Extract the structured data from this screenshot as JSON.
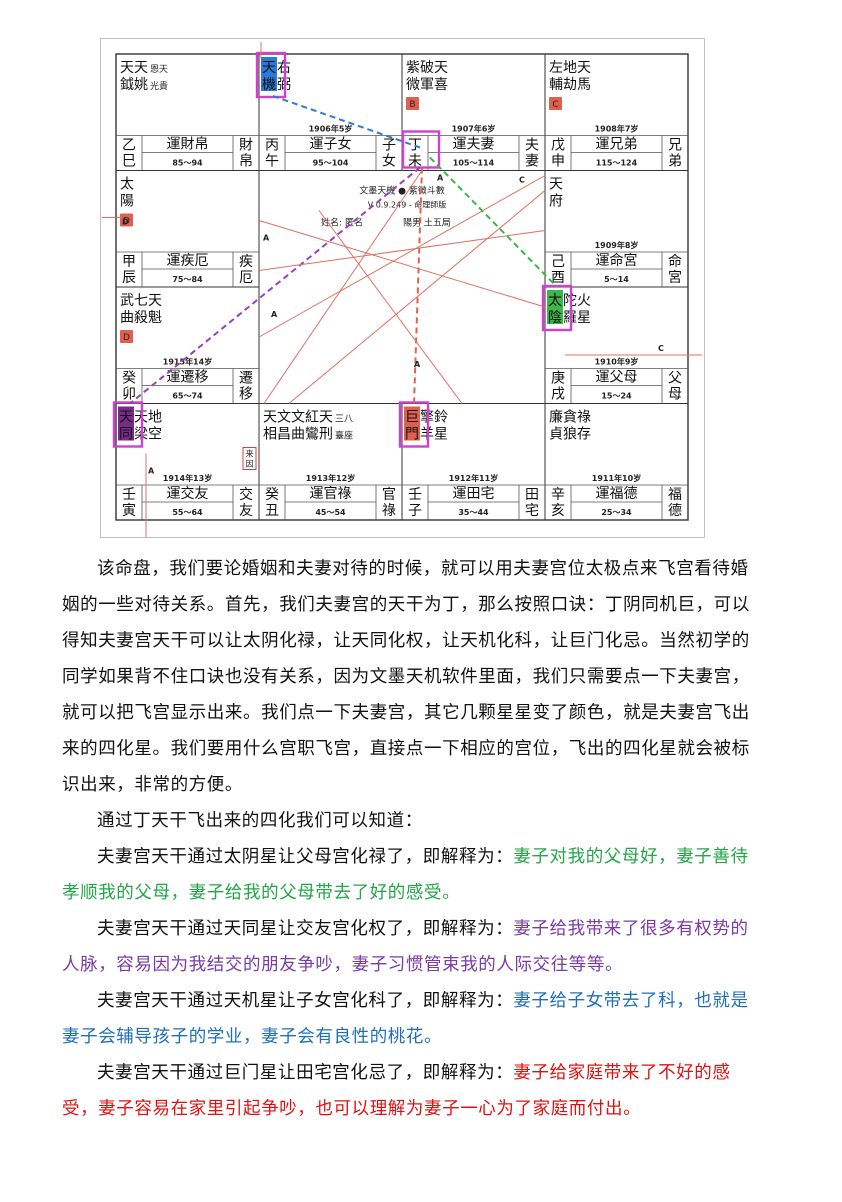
{
  "chart": {
    "center": {
      "software": "文墨天機 ● 紫微斗數",
      "version": "V 0.9.249 - 命理師版",
      "name": "姓名: 匿名",
      "gender": "陽男  土五局"
    },
    "palaces": {
      "si": {
        "stars_top": "天天",
        "stars_bot": "鉞姚",
        "minor_top": "恩天",
        "minor_bot": "光貴",
        "badge": "",
        "age": "",
        "gz_top": "乙",
        "gz_bot": "巳",
        "yun": "運財帛",
        "range": "85～94",
        "gong_top": "財",
        "gong_bot": "帛"
      },
      "wu": {
        "stars_top": "天右",
        "stars_bot": "機弼",
        "minor_top": "",
        "minor_bot": "",
        "badge": "",
        "age": "1906年5岁",
        "gz_top": "丙",
        "gz_bot": "午",
        "yun": "運子女",
        "range": "95～104",
        "gong_top": "子",
        "gong_bot": "女"
      },
      "wei": {
        "stars_top": "紫破天",
        "stars_bot": "微軍喜",
        "minor_top": "",
        "minor_bot": "",
        "badge": "B",
        "age": "1907年6岁",
        "gz_top": "丁",
        "gz_bot": "未",
        "yun": "運夫妻",
        "range": "105～114",
        "gong_top": "夫",
        "gong_bot": "妻"
      },
      "shen": {
        "stars_top": "左地天",
        "stars_bot": "輔劫馬",
        "minor_top": "",
        "minor_bot": "",
        "badge": "C",
        "age": "1908年7岁",
        "gz_top": "戊",
        "gz_bot": "申",
        "yun": "運兄弟",
        "range": "115～124",
        "gong_top": "兄",
        "gong_bot": "弟"
      },
      "chen": {
        "stars_top": "太",
        "stars_bot": "陽",
        "minor_top": "",
        "minor_bot": "",
        "badge": "D",
        "age": "",
        "gz_top": "甲",
        "gz_bot": "辰",
        "yun": "運疾厄",
        "range": "75～84",
        "gong_top": "疾",
        "gong_bot": "厄"
      },
      "you": {
        "stars_top": "天",
        "stars_bot": "府",
        "minor_top": "",
        "minor_bot": "",
        "badge": "",
        "age": "1909年8岁",
        "gz_top": "己",
        "gz_bot": "酉",
        "yun": "運命宮",
        "range": "5～14",
        "gong_top": "命",
        "gong_bot": "宮"
      },
      "mao": {
        "stars_top": "武七天",
        "stars_bot": "曲殺魁",
        "minor_top": "",
        "minor_bot": "",
        "badge": "D",
        "age": "1915年14岁",
        "gz_top": "癸",
        "gz_bot": "卯",
        "yun": "運遷移",
        "range": "65～74",
        "gong_top": "遷",
        "gong_bot": "移"
      },
      "xu": {
        "stars_top": "太陀火",
        "stars_bot": "陰羅星",
        "minor_top": "",
        "minor_bot": "",
        "badge": "",
        "age": "1910年9岁",
        "gz_top": "庚",
        "gz_bot": "戌",
        "yun": "運父母",
        "range": "15～24",
        "gong_top": "父",
        "gong_bot": "母"
      },
      "yin": {
        "stars_top": "天天地",
        "stars_bot": "同梁空",
        "minor_top": "",
        "minor_bot": "",
        "badge": "来因",
        "age": "1914年13岁",
        "gz_top": "壬",
        "gz_bot": "寅",
        "yun": "運交友",
        "range": "55～64",
        "gong_top": "交",
        "gong_bot": "友"
      },
      "chou": {
        "stars_top": "天文文紅天",
        "stars_bot": "相昌曲鸞刑",
        "minor_top": "三八",
        "minor_bot": "臺座",
        "badge": "",
        "age": "1913年12岁",
        "gz_top": "癸",
        "gz_bot": "丑",
        "yun": "運官祿",
        "range": "45～54",
        "gong_top": "官",
        "gong_bot": "祿"
      },
      "zi": {
        "stars_top": "巨擎鈴",
        "stars_bot": "門羊星",
        "minor_top": "",
        "minor_bot": "",
        "badge": "",
        "age": "1912年11岁",
        "gz_top": "壬",
        "gz_bot": "子",
        "yun": "運田宅",
        "range": "35～44",
        "gong_top": "田",
        "gong_bot": "宅"
      },
      "hai": {
        "stars_top": "廉貪祿",
        "stars_bot": "貞狼存",
        "minor_top": "",
        "minor_bot": "",
        "badge": "",
        "age": "1911年10岁",
        "gz_top": "辛",
        "gz_bot": "亥",
        "yun": "運福德",
        "range": "25～34",
        "gong_top": "福",
        "gong_bot": "德"
      }
    },
    "arrow_labels": {
      "a": "A",
      "c": "C",
      "d": "D"
    },
    "colors": {
      "lu": "#3cb64a",
      "quan": "#7a2a8a",
      "ke": "#2b7bd8",
      "ji": "#e06050",
      "line": "#e07060",
      "highlight": "#d040d0"
    }
  },
  "paragraphs": {
    "p1": "该命盘，我们要论婚姻和夫妻对待的时候，就可以用夫妻宫位太极点来飞宫看待婚姻的一些对待关系。首先，我们夫妻宫的天干为丁，那么按照口诀：丁阴同机巨，可以得知夫妻宫天干可以让太阴化禄，让天同化权，让天机化科，让巨门化忌。当然初学的同学如果背不住口诀也没有关系，因为文墨天机软件里面，我们只需要点一下夫妻宫，就可以把飞宫显示出来。我们点一下夫妻宫，其它几颗星星变了颜色，就是夫妻宫飞出来的四化星。我们要用什么宫职飞宫，直接点一下相应的宫位，飞出的四化星就会被标识出来，非常的方便。",
    "p2": "通过丁天干飞出来的四化我们可以知道：",
    "p3_lead": "夫妻宫天干通过太阴星让父母宫化禄了，即解释为：",
    "p3_note": "妻子对我的父母好，妻子善待孝顺我的父母，妻子给我的父母带去了好的感受。",
    "p4_lead": "夫妻宫天干通过天同星让交友宫化权了，即解释为：",
    "p4_note": "妻子给我带来了很多有权势的人脉，容易因为我结交的朋友争吵，妻子习惯管束我的人际交往等等。",
    "p5_lead": "夫妻宫天干通过天机星让子女宫化科了，即解释为：",
    "p5_note": "妻子给子女带去了科，也就是妻子会辅导孩子的学业，妻子会有良性的桃花。",
    "p6_lead": "夫妻宫天干通过巨门星让田宅宫化忌了，即解释为：",
    "p6_note": "妻子给家庭带来了不好的感受，妻子容易在家里引起争吵，也可以理解为妻子一心为了家庭而付出。"
  }
}
